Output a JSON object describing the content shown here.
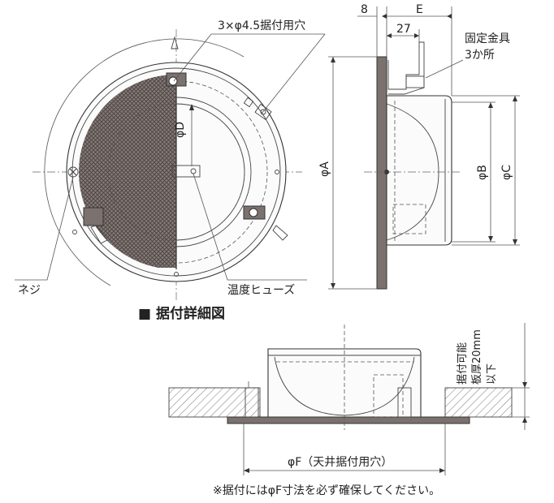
{
  "labels": {
    "holes": "3×φ4.5据付用穴",
    "phi_d": "φD",
    "screw": "ネジ",
    "fuse": "温度ヒューズ",
    "dim_8": "8",
    "dim_e": "E",
    "dim_27": "27",
    "fixing_line1": "固定金具",
    "fixing_line2": "3か所",
    "phi_a": "φA",
    "phi_b": "φB",
    "phi_c": "φC",
    "section_title": "■ 据付詳細図",
    "thickness_line1": "据付可能",
    "thickness_line2": "板厚20mm",
    "thickness_line3": "以下",
    "phi_f": "φF（天井据付用穴）",
    "note": "※据付にはφF寸法を必ず確保してください。"
  },
  "colors": {
    "line": "#333333",
    "mesh": "#6e6462",
    "dark_fill": "#7b716e",
    "hatch": "#555555"
  }
}
